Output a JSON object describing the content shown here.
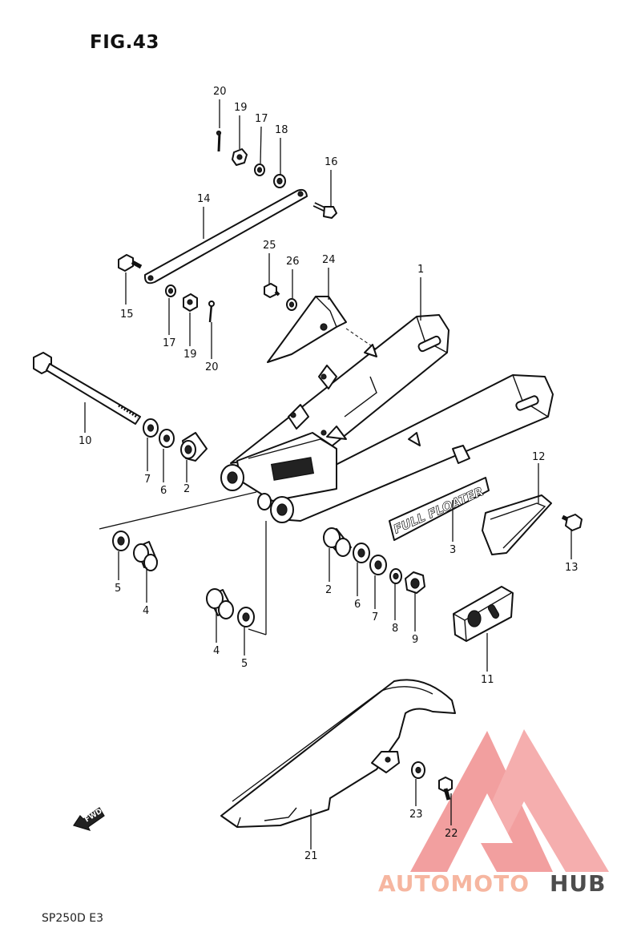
{
  "figure": {
    "title": "FIG.43",
    "model_code": "SP250D  E3"
  },
  "callouts": [
    {
      "id": "c20a",
      "text": "20"
    },
    {
      "id": "c19a",
      "text": "19"
    },
    {
      "id": "c17a",
      "text": "17"
    },
    {
      "id": "c18",
      "text": "18"
    },
    {
      "id": "c16",
      "text": "16"
    },
    {
      "id": "c14",
      "text": "14"
    },
    {
      "id": "c15",
      "text": "15"
    },
    {
      "id": "c17b",
      "text": "17"
    },
    {
      "id": "c19b",
      "text": "19"
    },
    {
      "id": "c20b",
      "text": "20"
    },
    {
      "id": "c25",
      "text": "25"
    },
    {
      "id": "c26",
      "text": "26"
    },
    {
      "id": "c24",
      "text": "24"
    },
    {
      "id": "c1",
      "text": "1"
    },
    {
      "id": "c10",
      "text": "10"
    },
    {
      "id": "c7a",
      "text": "7"
    },
    {
      "id": "c6a",
      "text": "6"
    },
    {
      "id": "c2a",
      "text": "2"
    },
    {
      "id": "c12",
      "text": "12"
    },
    {
      "id": "c13",
      "text": "13"
    },
    {
      "id": "c3",
      "text": "3"
    },
    {
      "id": "c5a",
      "text": "5"
    },
    {
      "id": "c4a",
      "text": "4"
    },
    {
      "id": "c2b",
      "text": "2"
    },
    {
      "id": "c6b",
      "text": "6"
    },
    {
      "id": "c7b",
      "text": "7"
    },
    {
      "id": "c8",
      "text": "8"
    },
    {
      "id": "c9",
      "text": "9"
    },
    {
      "id": "c4b",
      "text": "4"
    },
    {
      "id": "c5b",
      "text": "5"
    },
    {
      "id": "c11",
      "text": "11"
    },
    {
      "id": "c23",
      "text": "23"
    },
    {
      "id": "c22",
      "text": "22"
    },
    {
      "id": "c21",
      "text": "21"
    }
  ],
  "emblem": {
    "text": "FULL FLOATER"
  },
  "direction_marker": {
    "text": "FWD"
  },
  "watermark": {
    "part1": "AUTOMOTO",
    "part2": "HUB",
    "color_main": "#f4a4a4",
    "color_hub": "#555555"
  },
  "colors": {
    "ink": "#111111",
    "paper": "#ffffff",
    "logo_red": "#ef8a8a"
  }
}
